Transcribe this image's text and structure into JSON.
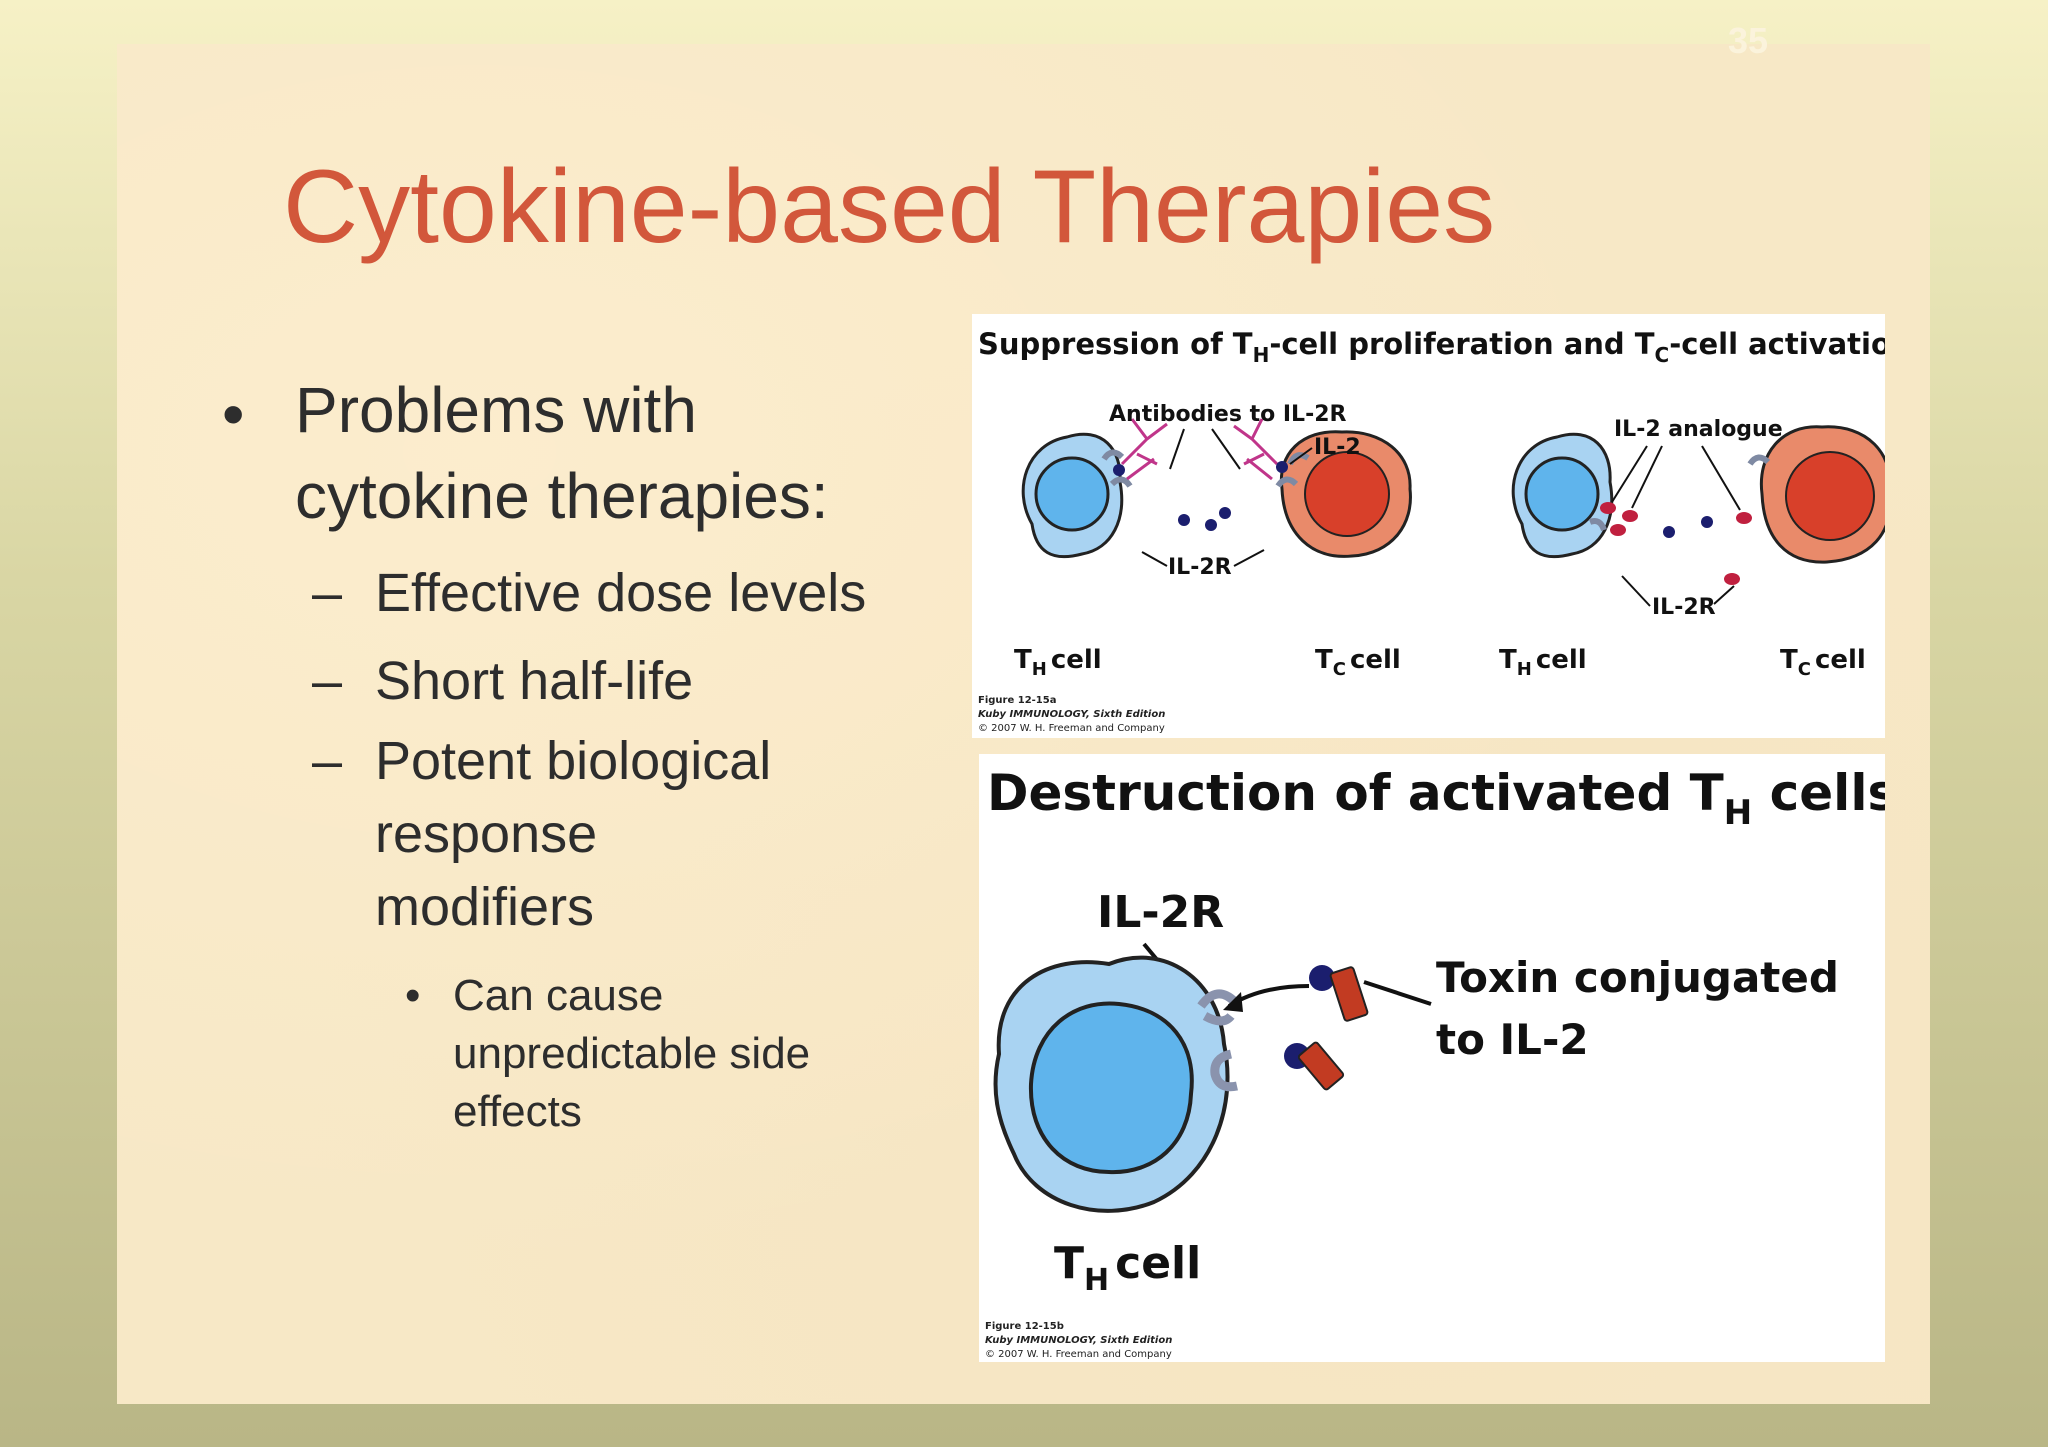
{
  "slide": {
    "page_number": "35",
    "title": "Cytokine-based Therapies",
    "bullet_marker": "•",
    "dash_marker": "–",
    "small_bullet_marker": "•",
    "bullets": {
      "main_line1": "Problems with",
      "main_line2": "cytokine  therapies:",
      "sub1": "Effective dose levels",
      "sub2": "Short half-life",
      "sub3_line1": "Potent biological",
      "sub3_line2": "response",
      "sub3_line3": "modifiers",
      "subsub_line1": "Can cause",
      "subsub_line2": "unpredictable  side",
      "subsub_line3": "effects"
    }
  },
  "figure_a": {
    "heading_part1": "Suppression of T",
    "heading_sub1": "H",
    "heading_part2": "-cell proliferation and T",
    "heading_sub2": "C",
    "heading_part3": "-cell activation",
    "label_antibodies": "Antibodies to IL-2R",
    "label_il2": "IL-2",
    "label_il2r_left": "IL-2R",
    "label_il2_analogue": "IL-2 analogue",
    "label_il2r_right": "IL-2R",
    "cell_T": "T",
    "sub_H": "H",
    "sub_C": "C",
    "cell_word": "cell",
    "credit_line1": "Figure 12-15a",
    "credit_line2": "Kuby IMMUNOLOGY, Sixth Edition",
    "credit_line3": "© 2007 W. H. Freeman and Company"
  },
  "figure_b": {
    "heading_part1": "Destruction of activated T",
    "heading_sub": "H",
    "heading_part2": " cells",
    "label_il2r": "IL-2R",
    "label_toxin_line1": "Toxin conjugated",
    "label_toxin_line2": "to IL-2",
    "cell_T": "T",
    "sub_H": "H",
    "cell_word": "cell",
    "credit_line1": "Figure 12-15b",
    "credit_line2": "Kuby IMMUNOLOGY, Sixth Edition",
    "credit_line3": "© 2007 W. H. Freeman and Company"
  },
  "colors": {
    "title": "#d2573b",
    "th_cell_fill": "#a9d3f2",
    "th_nucleus": "#5fb4ec",
    "tc_cell_fill": "#e98a6a",
    "tc_nucleus": "#d8402a",
    "il2_dot": "#1b1e6e",
    "antibody": "#c0358a",
    "toxin": "#c23b22"
  }
}
